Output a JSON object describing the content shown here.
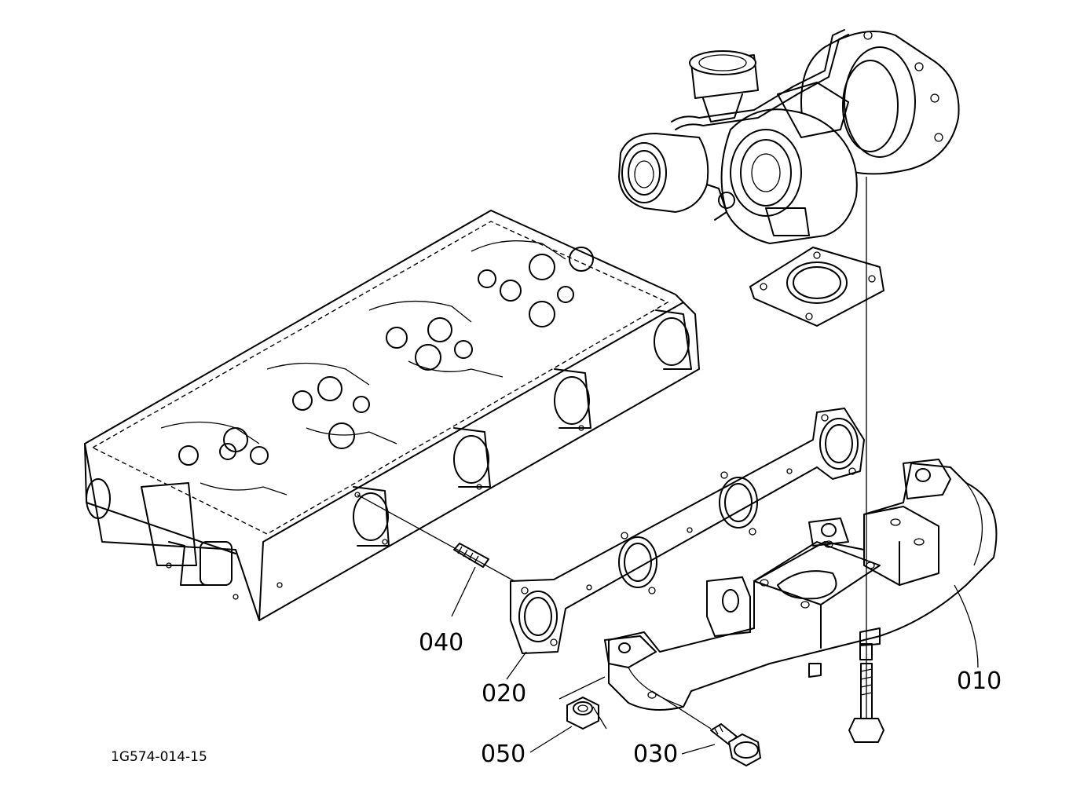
{
  "diagram": {
    "drawing_code": "1G574-014-15",
    "callouts": [
      {
        "id": "p010",
        "label": "010"
      },
      {
        "id": "p020",
        "label": "020"
      },
      {
        "id": "p030",
        "label": "030"
      },
      {
        "id": "p040",
        "label": "040"
      },
      {
        "id": "p050",
        "label": "050"
      }
    ]
  }
}
